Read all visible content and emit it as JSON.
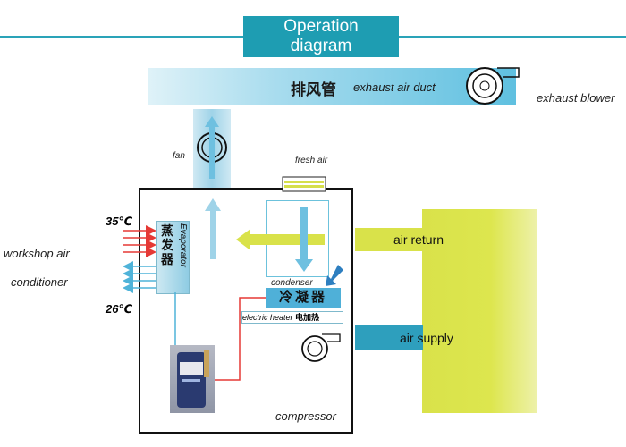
{
  "header": {
    "title_line1": "Operation",
    "title_line2": "diagram"
  },
  "duct": {
    "label_cn": "排风管",
    "label_en": "exhaust air duct"
  },
  "blower": {
    "label": "exhaust blower"
  },
  "fan": {
    "label": "fan"
  },
  "fresh_air": {
    "label": "fresh air"
  },
  "evaporator": {
    "label_cn": "蒸发器",
    "label_en": "Evaporator"
  },
  "temps": {
    "inlet": "35℃",
    "outlet": "26℃"
  },
  "workshop": {
    "line1": "workshop air",
    "line2": "conditioner"
  },
  "condenser": {
    "label_en": "condenser",
    "label_cn": "冷凝器"
  },
  "heater": {
    "label_en": "electric heater",
    "label_cn": "电加热"
  },
  "ducts": {
    "return_label": "air return",
    "supply_label": "air supply"
  },
  "compressor": {
    "label": "compressor"
  },
  "colors": {
    "accent": "#1e9db2",
    "room": "#d9e24a",
    "supply": "#2e9fbd",
    "hot": "#e53935",
    "cool": "#4fb3d9"
  }
}
